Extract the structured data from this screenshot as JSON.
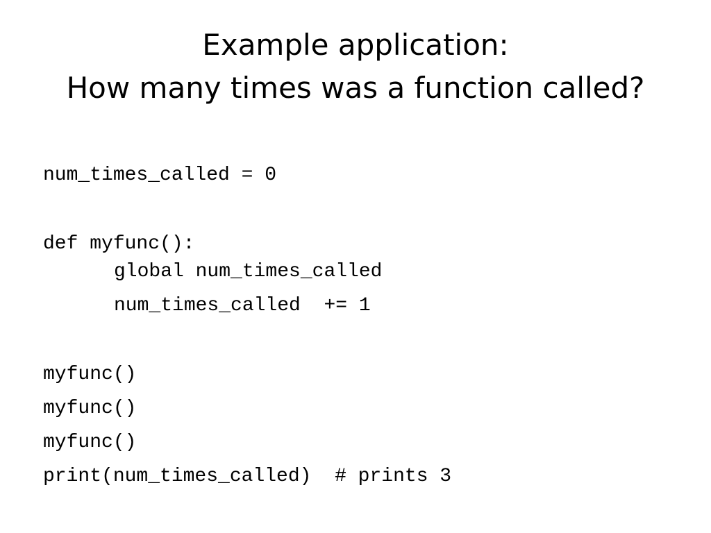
{
  "title": {
    "line1": "Example application:",
    "line2": "How many times was a function called?"
  },
  "code": {
    "line1": "num_times_called = 0",
    "line2": "def myfunc():",
    "line3": "global num_times_called",
    "line4": "num_times_called  += 1",
    "line5": "myfunc()",
    "line6": "myfunc()",
    "line7": "myfunc()",
    "line8": "print(num_times_called)  # prints 3"
  }
}
